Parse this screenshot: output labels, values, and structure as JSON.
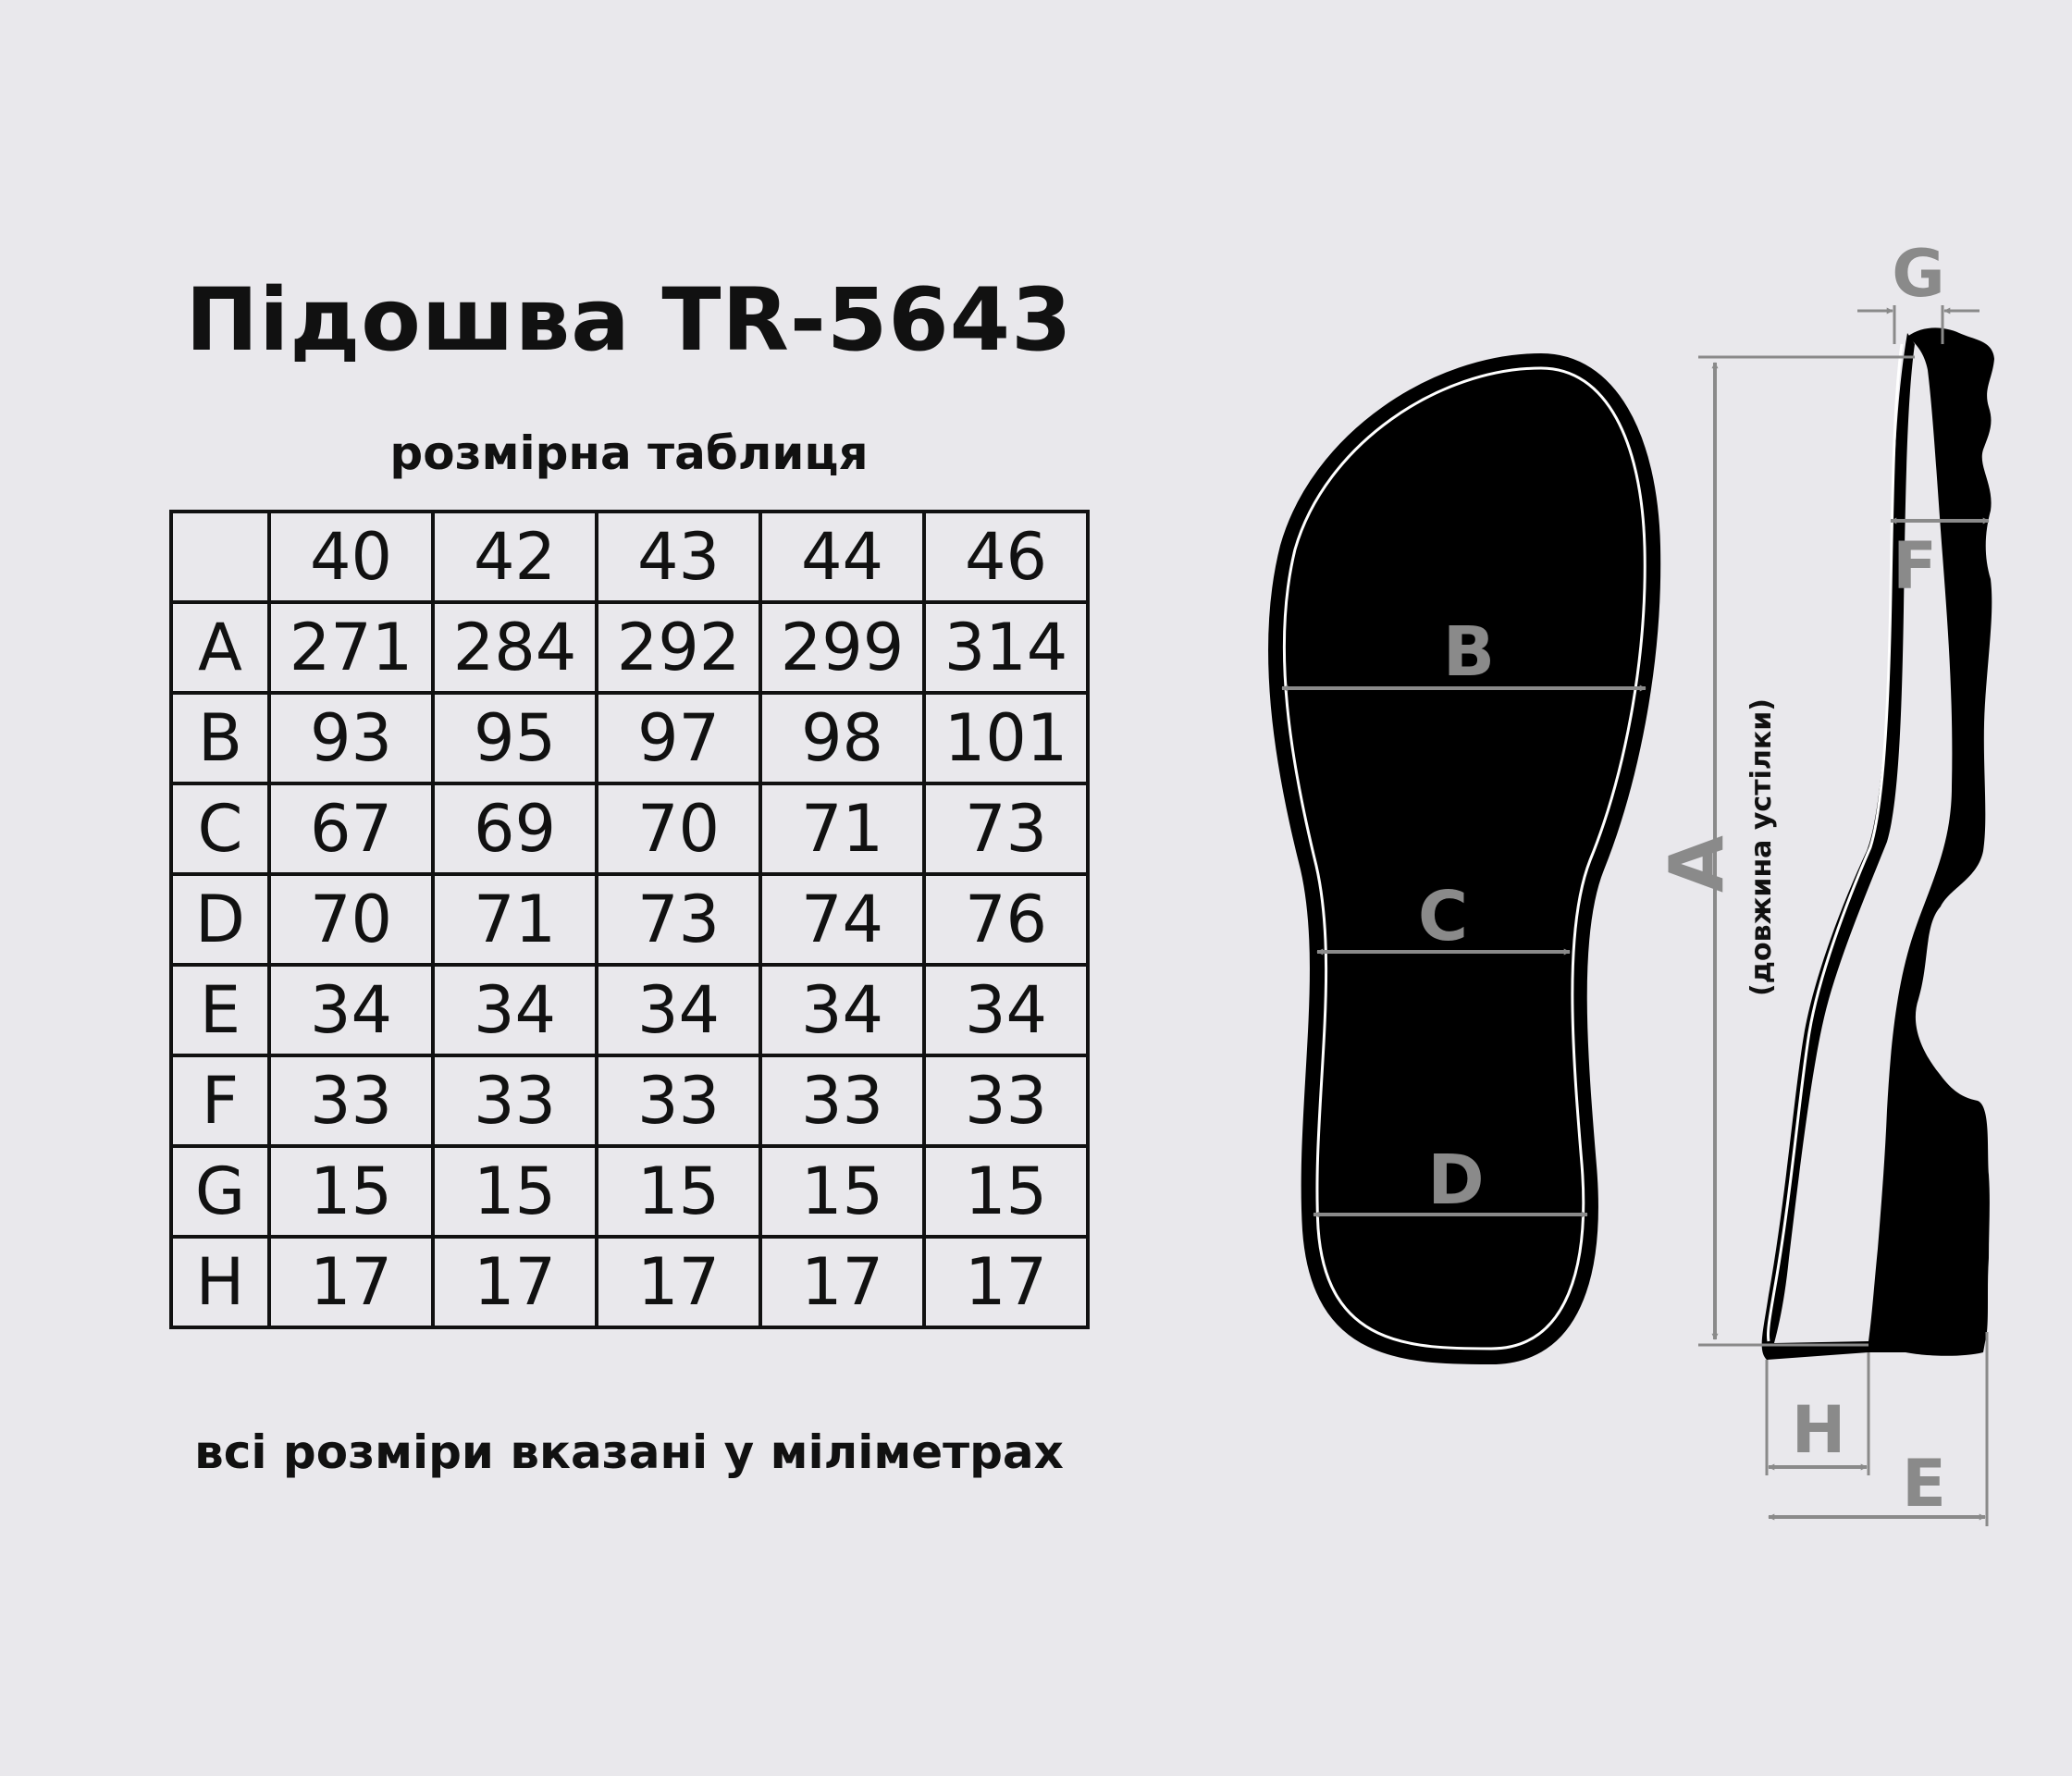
{
  "title": "Підошва TR-5643",
  "subtitle": "розмірна таблиця",
  "table": {
    "corner": "",
    "sizes": [
      "40",
      "42",
      "43",
      "44",
      "46"
    ],
    "rows": [
      {
        "label": "A",
        "values": [
          "271",
          "284",
          "292",
          "299",
          "314"
        ]
      },
      {
        "label": "B",
        "values": [
          "93",
          "95",
          "97",
          "98",
          "101"
        ]
      },
      {
        "label": "C",
        "values": [
          "67",
          "69",
          "70",
          "71",
          "73"
        ]
      },
      {
        "label": "D",
        "values": [
          "70",
          "71",
          "73",
          "74",
          "76"
        ]
      },
      {
        "label": "E",
        "values": [
          "34",
          "34",
          "34",
          "34",
          "34"
        ]
      },
      {
        "label": "F",
        "values": [
          "33",
          "33",
          "33",
          "33",
          "33"
        ]
      },
      {
        "label": "G",
        "values": [
          "15",
          "15",
          "15",
          "15",
          "15"
        ]
      },
      {
        "label": "H",
        "values": [
          "17",
          "17",
          "17",
          "17",
          "17"
        ]
      }
    ]
  },
  "footnote": "всі розміри вказані у міліметрах",
  "diagram": {
    "top_view": {
      "labels": {
        "b": "B",
        "c": "C",
        "d": "D"
      }
    },
    "side_view": {
      "labels": {
        "a": "A",
        "e": "E",
        "f": "F",
        "g": "G",
        "h": "H"
      },
      "insole_note": "(довжина устілки)"
    },
    "colors": {
      "sole": "#000000",
      "outline": "#ffffff",
      "dimension": "#8a8a8a",
      "background": "#e9e8ec"
    }
  }
}
